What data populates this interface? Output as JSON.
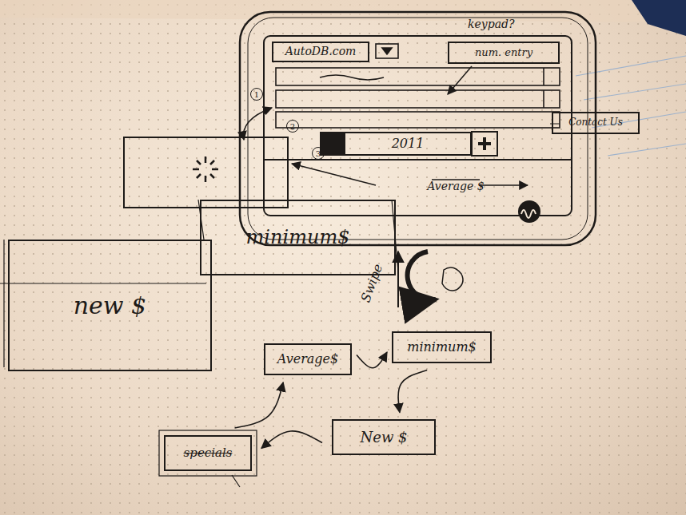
{
  "diagram": {
    "nodes": [
      {
        "text": [
          "AutoDB.com"
        ]
      },
      {
        "text": [
          "2011"
        ]
      },
      {
        "text": [
          "Average $"
        ]
      },
      {
        "text": [
          "num. entry"
        ]
      },
      {
        "text": [
          "Contact Us"
        ]
      },
      {
        "text": [
          "minimum$"
        ]
      },
      {
        "text": [
          "new $"
        ]
      },
      {
        "text": [
          "Average$"
        ]
      },
      {
        "text": [
          "minimum$"
        ]
      },
      {
        "text": [
          "New $"
        ]
      },
      {
        "text": [
          "specials"
        ]
      }
    ],
    "edges": [
      {
        "from": 7,
        "to": 8,
        "arrow": "to"
      },
      {
        "from": 8,
        "to": 9,
        "arrow": "to"
      },
      {
        "from": 9,
        "to": 10,
        "arrow": "to"
      },
      {
        "from": 10,
        "to": 7,
        "arrow": "to"
      }
    ],
    "labels": [
      "keypad?",
      "1",
      "2",
      "3",
      "Swipe"
    ]
  }
}
